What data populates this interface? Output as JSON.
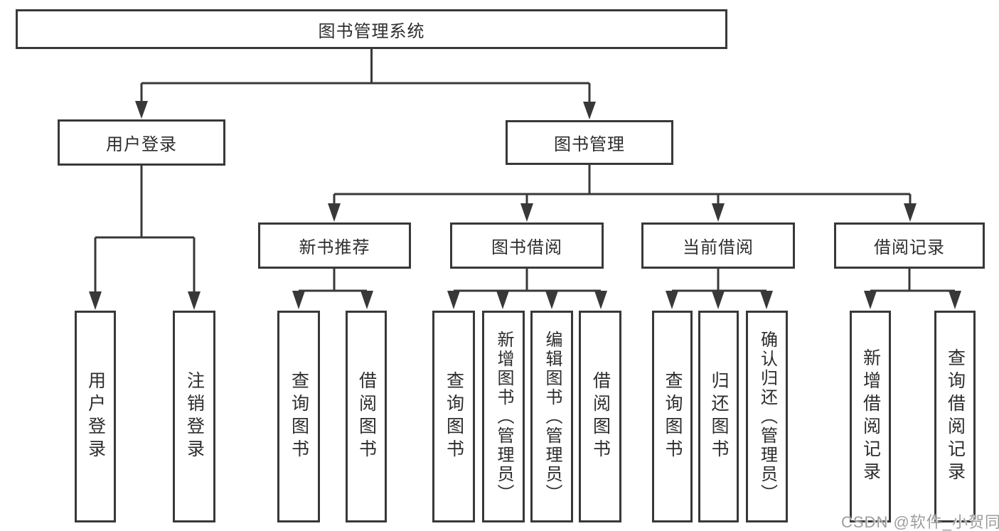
{
  "tree": {
    "root": "图书管理系统",
    "level2": [
      {
        "label": "用户登录",
        "leaves": [
          "用户登录",
          "注销登录"
        ]
      },
      {
        "label": "图书管理",
        "groups": [
          {
            "label": "新书推荐",
            "leaves": [
              "查询图书",
              "借阅图书"
            ]
          },
          {
            "label": "图书借阅",
            "leaves": [
              "查询图书",
              "新增图书（管理员）",
              "编辑图书（管理员）",
              "借阅图书"
            ]
          },
          {
            "label": "当前借阅",
            "leaves": [
              "查询图书",
              "归还图书",
              "确认归还（管理员）"
            ]
          },
          {
            "label": "借阅记录",
            "leaves": [
              "新增借阅记录",
              "查询借阅记录"
            ]
          }
        ]
      }
    ]
  },
  "watermark": "CSDN @软件_小贺同学",
  "colors": {
    "line": "#383838",
    "text": "#2d2d2d",
    "watermark": "#9e9e9e",
    "background": "#ffffff"
  }
}
